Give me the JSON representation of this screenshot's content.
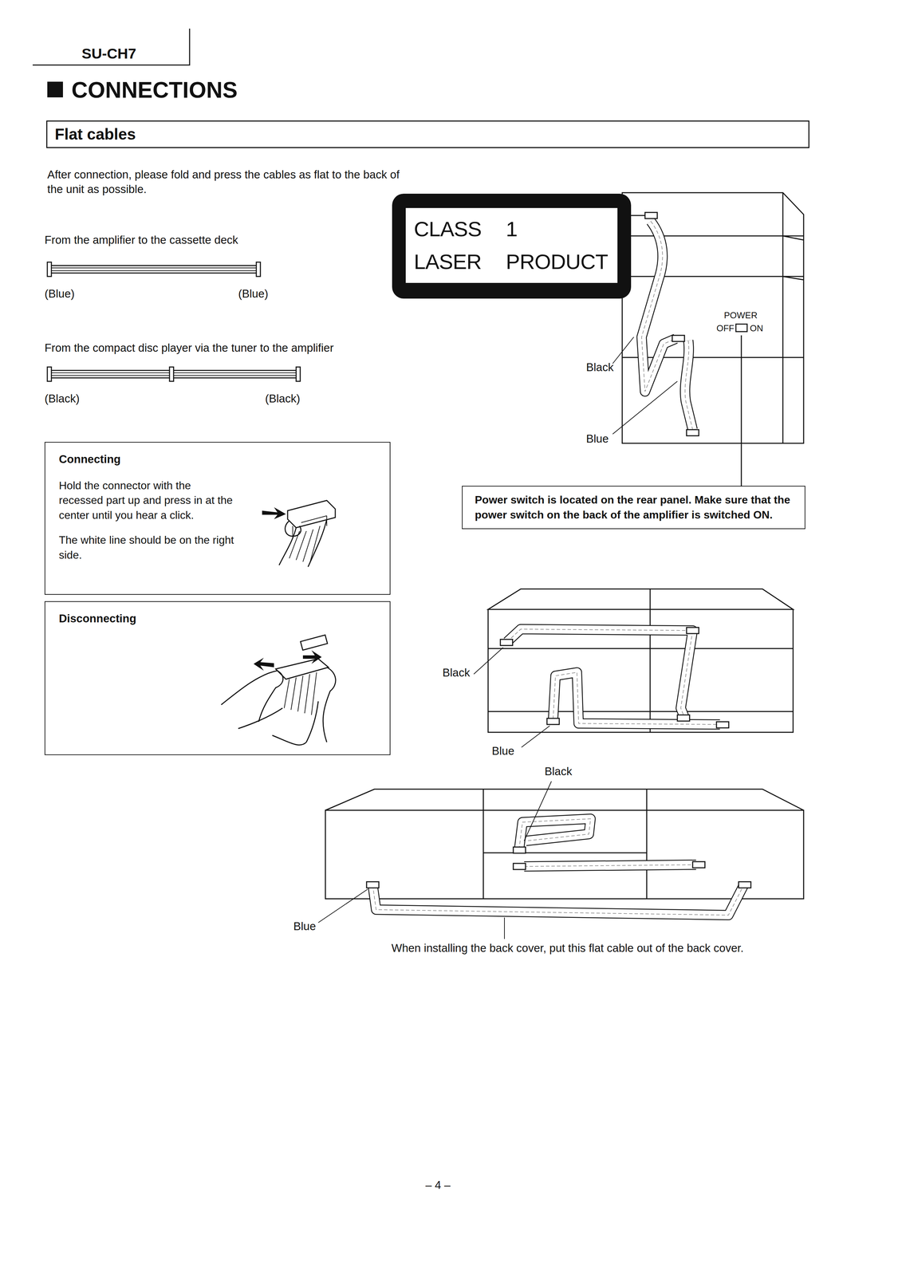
{
  "diagram": {
    "title": "CONNECTIONS",
    "nodes": [
      {
        "text": [
          "Flat cables"
        ]
      },
      {
        "text": [
          "CLASS 1 LASER PRODUCT"
        ]
      },
      {
        "text": [
          "Connecting",
          "Hold the connector with the recessed part up and press in at the center until you hear a click.",
          "The white line should be on the right side."
        ]
      },
      {
        "text": [
          "Power switch is located on the rear panel. Make sure that the power switch on the back of the amplifier is switched ON."
        ]
      },
      {
        "text": [
          "Disconnecting"
        ]
      }
    ],
    "labels": [
      "SU-CH7",
      "After connection, please fold and press the cables as flat to the back of the unit as possible.",
      "From the amplifier to the cassette deck",
      "(Blue)",
      "(Blue)",
      "From the compact disc player via the tuner to the amplifier",
      "(Black)",
      "(Black)",
      "POWER",
      "OFF",
      "ON",
      "Black",
      "Blue",
      "Black",
      "Blue",
      "Black",
      "Blue",
      "When installing the back cover, put this flat cable out of the back cover.",
      "– 4 –"
    ]
  }
}
